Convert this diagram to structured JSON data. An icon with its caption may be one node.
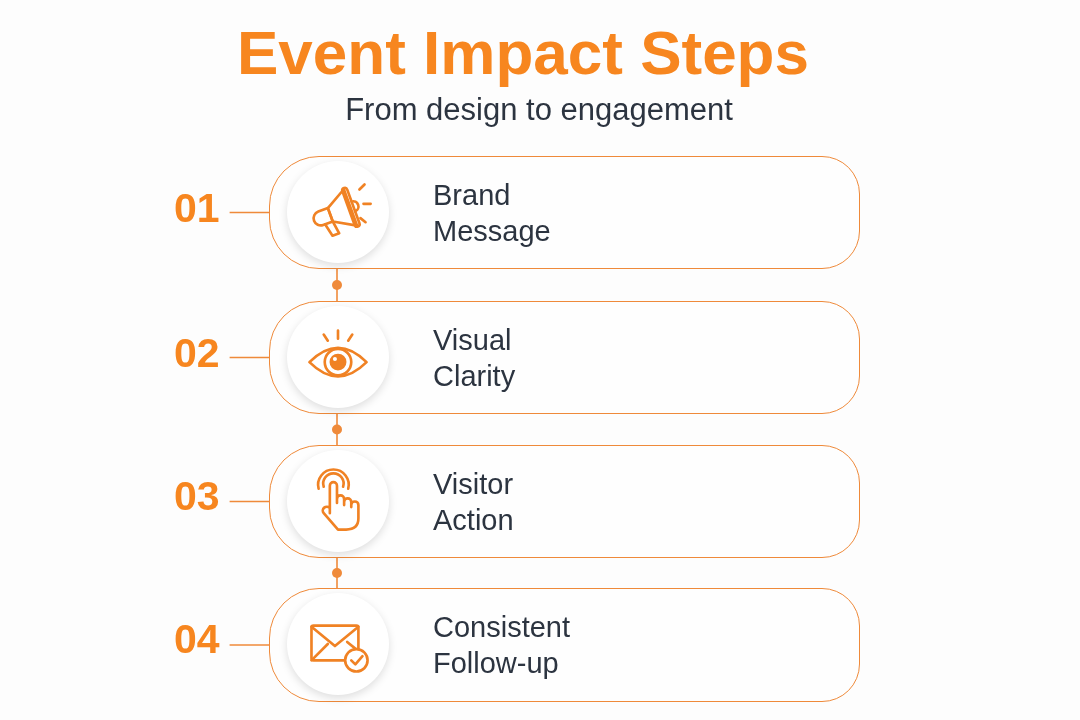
{
  "diagram": {
    "title": "Event Impact Steps",
    "nodes": [
      {
        "text": [
          "01"
        ]
      },
      {
        "text": [
          "Brand Message"
        ]
      },
      {
        "text": [
          "02"
        ]
      },
      {
        "text": [
          "Visual Clarity"
        ]
      },
      {
        "text": [
          "03"
        ]
      },
      {
        "text": [
          "Visitor Action"
        ]
      },
      {
        "text": [
          "04"
        ]
      },
      {
        "text": [
          "Consistent Follow-up"
        ]
      }
    ],
    "edges": [
      {
        "from": 0,
        "to": 1,
        "arrow": "none"
      },
      {
        "from": 1,
        "to": 3,
        "arrow": "none"
      },
      {
        "from": 2,
        "to": 3,
        "arrow": "none"
      },
      {
        "from": 3,
        "to": 5,
        "arrow": "none"
      },
      {
        "from": 4,
        "to": 5,
        "arrow": "none"
      },
      {
        "from": 5,
        "to": 7,
        "arrow": "none"
      },
      {
        "from": 6,
        "to": 7,
        "arrow": "none"
      }
    ],
    "labels": [
      "From design to engagement"
    ]
  }
}
